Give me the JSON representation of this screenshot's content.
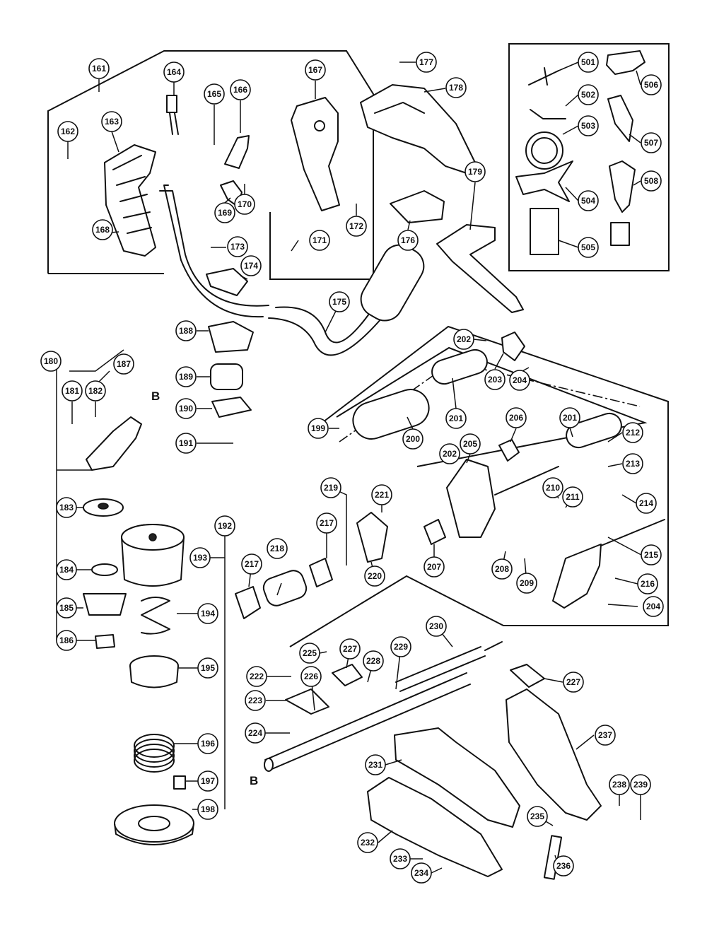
{
  "parts": {
    "p161": "161",
    "p162": "162",
    "p163": "163",
    "p164": "164",
    "p165": "165",
    "p166": "166",
    "p167": "167",
    "p168": "168",
    "p169": "169",
    "p170": "170",
    "p171": "171",
    "p172": "172",
    "p173": "173",
    "p174": "174",
    "p175": "175",
    "p176": "176",
    "p177": "177",
    "p178": "178",
    "p179": "179",
    "p180": "180",
    "p181": "181",
    "p182": "182",
    "p183": "183",
    "p184": "184",
    "p185": "185",
    "p186": "186",
    "p187": "187",
    "p188": "188",
    "p189": "189",
    "p190": "190",
    "p191": "191",
    "p192": "192",
    "p193": "193",
    "p194": "194",
    "p195": "195",
    "p196": "196",
    "p197": "197",
    "p198": "198",
    "p199": "199",
    "p200": "200",
    "p201a": "201",
    "p201b": "201",
    "p202a": "202",
    "p202b": "202",
    "p203": "203",
    "p204a": "204",
    "p204b": "204",
    "p205": "205",
    "p206": "206",
    "p207": "207",
    "p208": "208",
    "p209": "209",
    "p210": "210",
    "p211": "211",
    "p212": "212",
    "p213": "213",
    "p214": "214",
    "p215": "215",
    "p216": "216",
    "p217a": "217",
    "p217b": "217",
    "p218": "218",
    "p219": "219",
    "p220": "220",
    "p221": "221",
    "p222": "222",
    "p223": "223",
    "p224": "224",
    "p225": "225",
    "p226": "226",
    "p227a": "227",
    "p227b": "227",
    "p228": "228",
    "p229": "229",
    "p230": "230",
    "p231": "231",
    "p232": "232",
    "p233": "233",
    "p234": "234",
    "p235": "235",
    "p236": "236",
    "p237": "237",
    "p238": "238",
    "p239": "239",
    "p501": "501",
    "p502": "502",
    "p503": "503",
    "p504": "504",
    "p505": "505",
    "p506": "506",
    "p507": "507",
    "p508": "508"
  },
  "markers": {
    "b_top": "B",
    "b_bottom": "B"
  }
}
